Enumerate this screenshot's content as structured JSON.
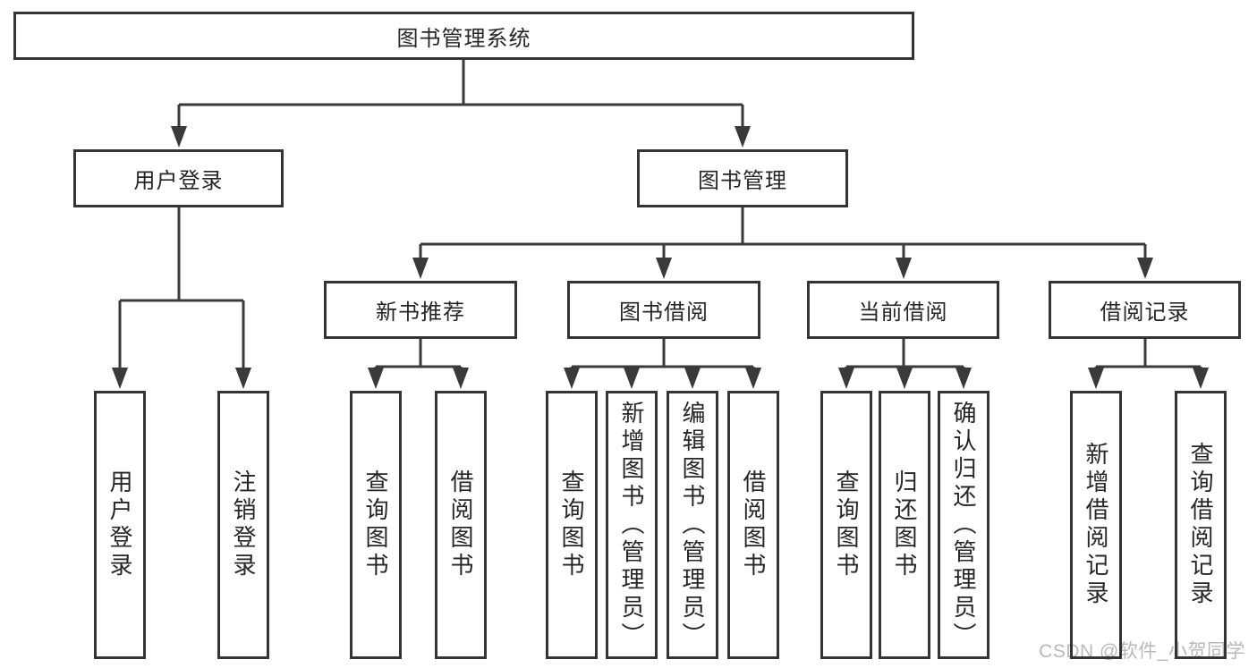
{
  "diagram": {
    "root": {
      "label": "图书管理系统"
    },
    "level2": [
      {
        "label": "用户登录"
      },
      {
        "label": "图书管理"
      }
    ],
    "level3": [
      {
        "label": "新书推荐"
      },
      {
        "label": "图书借阅"
      },
      {
        "label": "当前借阅"
      },
      {
        "label": "借阅记录"
      }
    ],
    "leaves": {
      "user_login": [
        {
          "label": "用户登录"
        },
        {
          "label": "注销登录"
        }
      ],
      "new_book_recommend": [
        {
          "label": "查询图书"
        },
        {
          "label": "借阅图书"
        }
      ],
      "book_borrow": [
        {
          "label": "查询图书"
        },
        {
          "label": "新增图书（管理员）"
        },
        {
          "label": "编辑图书（管理员）"
        },
        {
          "label": "借阅图书"
        }
      ],
      "current_borrow": [
        {
          "label": "查询图书"
        },
        {
          "label": "归还图书"
        },
        {
          "label": "确认归还（管理员）"
        }
      ],
      "borrow_records": [
        {
          "label": "新增借阅记录"
        },
        {
          "label": "查询借阅记录"
        }
      ]
    },
    "colors": {
      "line": "#3a3a3a",
      "border": "#343434",
      "text": "#262626",
      "watermark": "#b9b9b9"
    }
  },
  "watermark": {
    "text": "CSDN @软件_小贺同学"
  }
}
